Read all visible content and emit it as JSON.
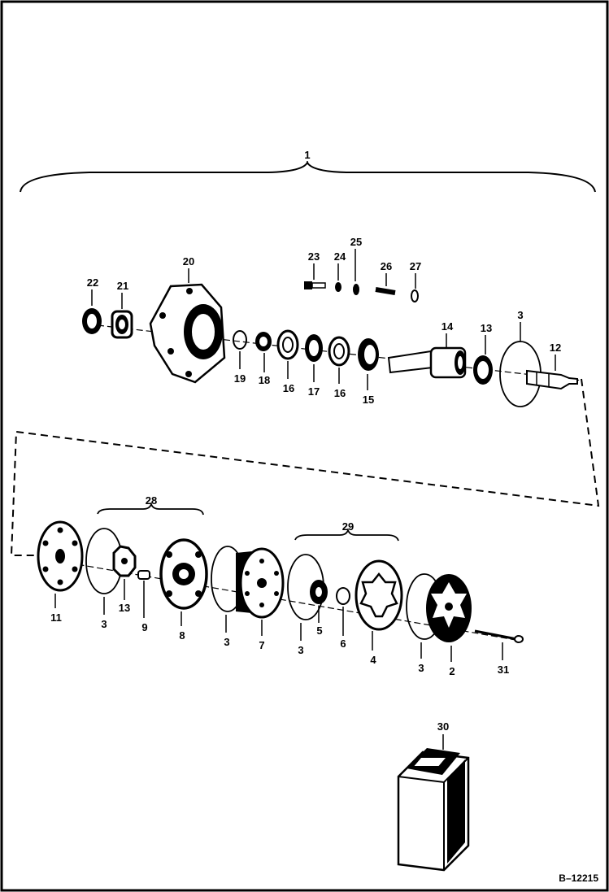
{
  "diagram": {
    "labels": {
      "l1": "1",
      "l2": "2",
      "l3a": "3",
      "l3b": "3",
      "l3c": "3",
      "l3d": "3",
      "l3e": "3",
      "l4": "4",
      "l5": "5",
      "l6": "6",
      "l7": "7",
      "l8": "8",
      "l9": "9",
      "l11": "11",
      "l12": "12",
      "l13a": "13",
      "l13b": "13",
      "l14": "14",
      "l15": "15",
      "l16a": "16",
      "l16b": "16",
      "l17": "17",
      "l18": "18",
      "l19": "19",
      "l20": "20",
      "l21": "21",
      "l22": "22",
      "l23": "23",
      "l24": "24",
      "l25": "25",
      "l26": "26",
      "l27": "27",
      "l28": "28",
      "l29": "29",
      "l30": "30",
      "l31": "31"
    },
    "reference": "B–12215"
  }
}
